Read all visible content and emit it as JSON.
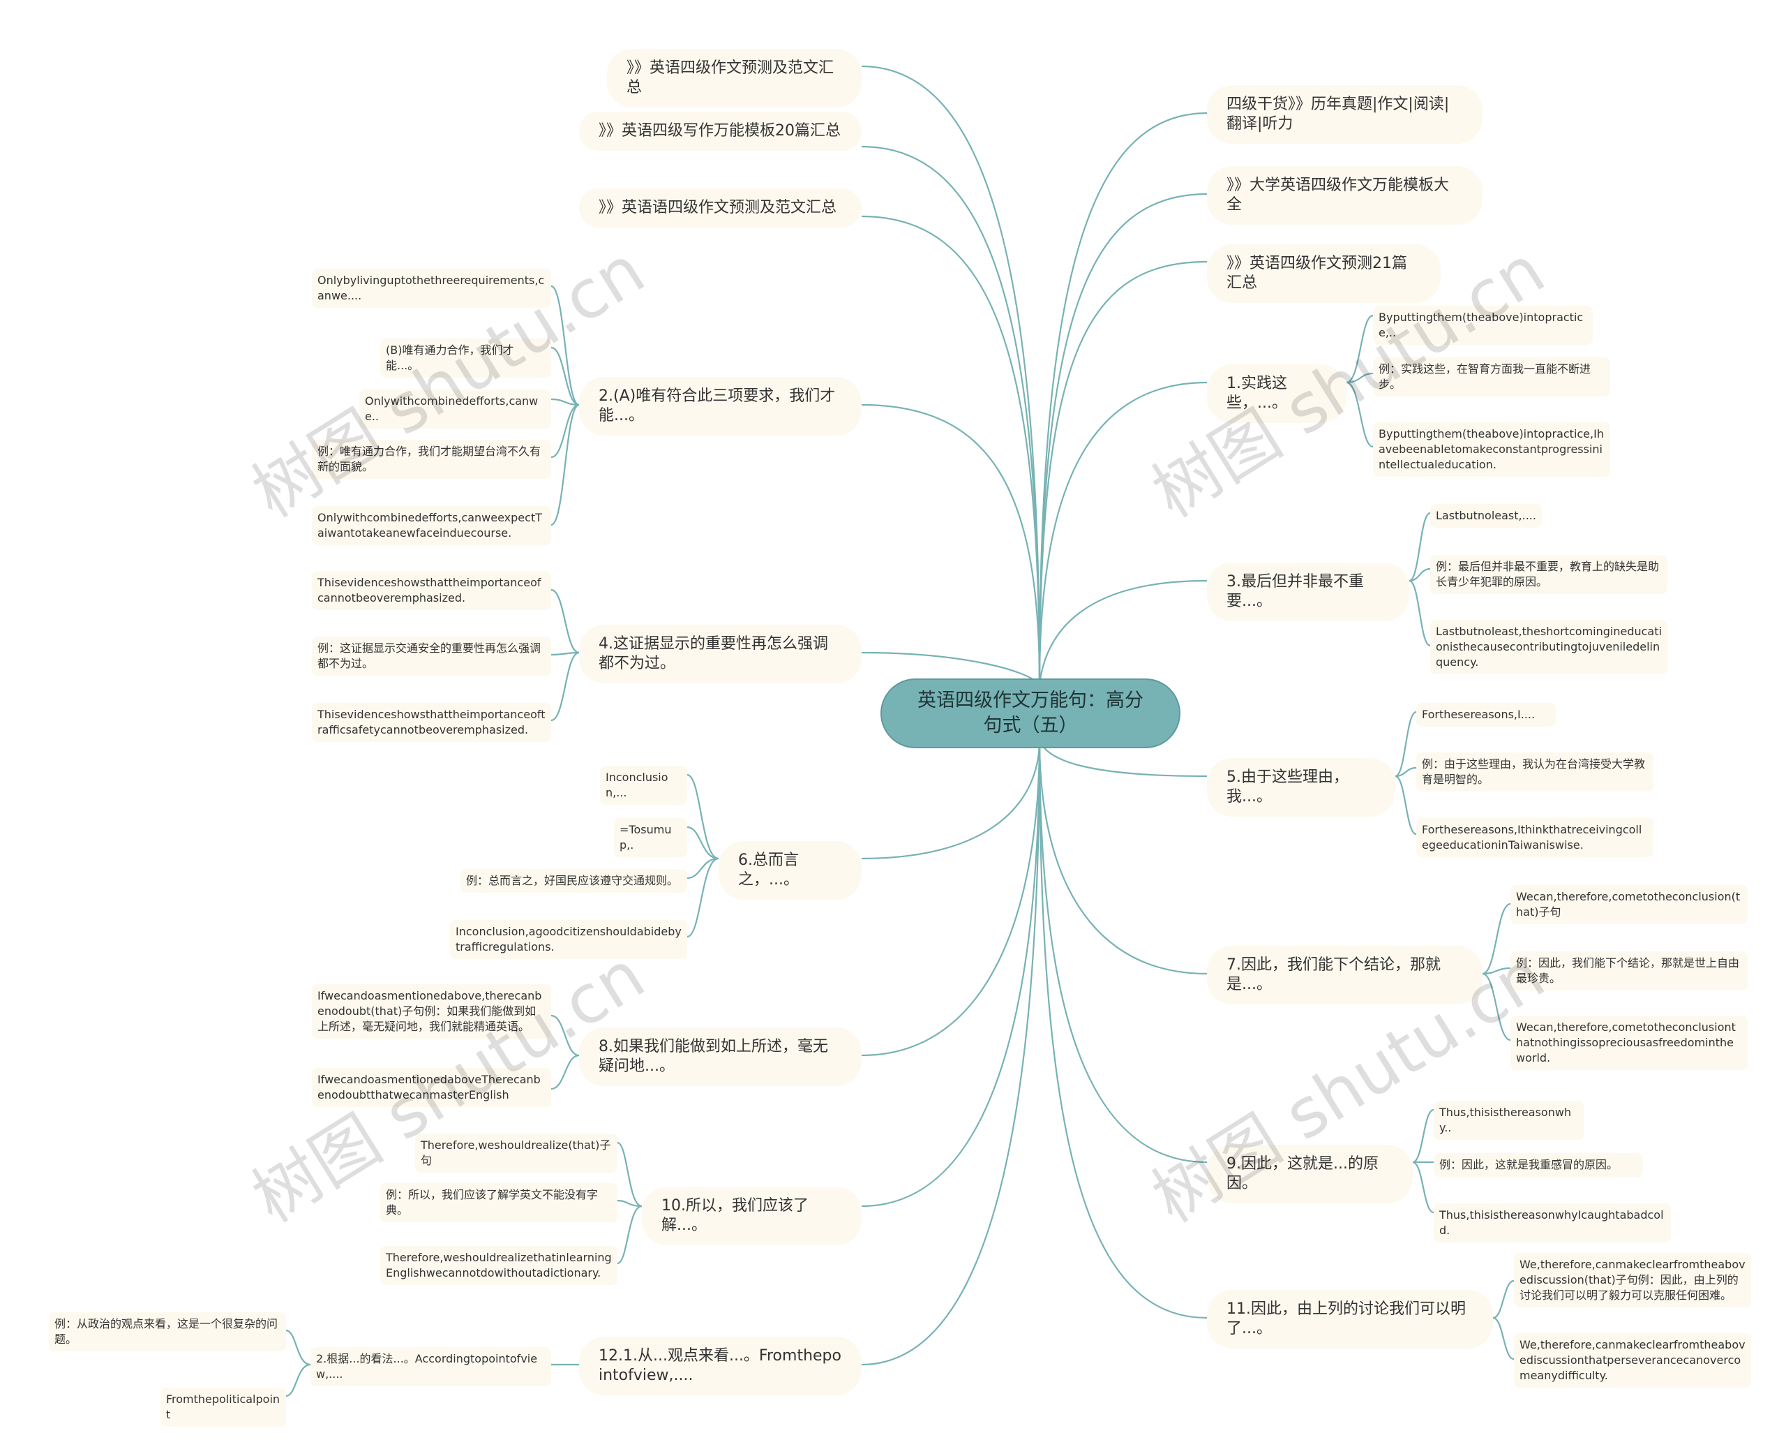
{
  "root": {
    "label": "英语四级作文万能句：高分句式（五）"
  },
  "left_nodes": {
    "n1": {
      "label": "》》英语四级作文预测及范文汇总"
    },
    "n2": {
      "label": "》》英语四级写作万能模板20篇汇总"
    },
    "n3": {
      "label": "》》英语语四级作文预测及范文汇总"
    },
    "n4": {
      "label": "2.(A)唯有符合此三项要求，我们才能...。",
      "children": [
        "Onlybylivinguptothethreerequirements,canwe....",
        "(B)唯有通力合作，我们才能...。",
        "Onlywithcombinedefforts,canwe..",
        "例：唯有通力合作，我们才能期望台湾不久有新的面貌。",
        "Onlywithcombinedefforts,canweexpectTaiwantotakeanewfaceinduecourse."
      ]
    },
    "n5": {
      "label": "4.这证据显示的重要性再怎么强调都不为过。",
      "children": [
        "Thisevidenceshowsthattheimportanceofcannotbeoveremphasized.",
        "例：这证据显示交通安全的重要性再怎么强调都不为过。",
        "Thisevidenceshowsthattheimportanceoftrafficsafetycannotbeoveremphasized."
      ]
    },
    "n6": {
      "label": "6.总而言之，...。",
      "children": [
        "Inconclusion,...",
        "=Tosumup,.",
        "例：总而言之，好国民应该遵守交通规则。",
        "Inconclusion,agoodcitizenshouldabidebytrafficregulations."
      ]
    },
    "n7": {
      "label": "8.如果我们能做到如上所述，毫无疑问地...。",
      "children": [
        "Ifwecandoasmentionedabove,therecanbenodoubt(that)子句例：如果我们能做到如上所述，毫无疑问地，我们就能精通英语。",
        "IfwecandoasmentionedaboveTherecanbenodoubtthatwecanmasterEnglish"
      ]
    },
    "n8": {
      "label": "10.所以，我们应该了解...。",
      "children": [
        "Therefore,weshouldrealize(that)子句",
        "例：所以，我们应该了解学英文不能没有字典。",
        "Therefore,weshouldrealizethatinlearningEnglishwecannotdowithoutadictionary."
      ]
    },
    "n9": {
      "label": "12.1.从...观点来看...。Fromthepointofview,....",
      "child": "2.根据...的看法...。Accordingtopointofview,....",
      "grandchildren": [
        "例：从政治的观点来看，这是一个很复杂的问题。",
        "Fromthepoliticalpoint"
      ]
    }
  },
  "right_nodes": {
    "m1": {
      "label": "四级干货》》历年真题|作文|阅读|翻译|听力"
    },
    "m2": {
      "label": "》》大学英语四级作文万能模板大全"
    },
    "m3": {
      "label": "》》英语四级作文预测21篇汇总"
    },
    "m4": {
      "label": "1.实践这些，...。",
      "children": [
        "Byputtingthem(theabove)intopractice,..",
        "例：实践这些，在智育方面我一直能不断进步。",
        "Byputtingthem(theabove)intopractice,Ihavebeenabletomakeconstantprogressinintellectualeducation."
      ]
    },
    "m5": {
      "label": "3.最后但并非最不重要...。",
      "children": [
        "Lastbutnoleast,....",
        "例：最后但并非最不重要，教育上的缺失是助长青少年犯罪的原因。",
        "Lastbutnoleast,theshortcomingineducationisthecausecontributingtojuveniledelinquency."
      ]
    },
    "m6": {
      "label": "5.由于这些理由，我...。",
      "children": [
        "Forthesereasons,I....",
        "例：由于这些理由，我认为在台湾接受大学教育是明智的。",
        "Forthesereasons,IthinkthatreceivingcollegeeducationinTaiwaniswise."
      ]
    },
    "m7": {
      "label": "7.因此，我们能下个结论，那就是...。",
      "children": [
        "Wecan,therefore,cometotheconclusion(that)子句",
        "例：因此，我们能下个结论，那就是世上自由最珍贵。",
        "Wecan,therefore,cometotheconclusionthatnothingissopreciousasfreedomintheworld."
      ]
    },
    "m8": {
      "label": "9.因此，这就是...的原因。",
      "children": [
        "Thus,thisisthereasonwhy..",
        "例：因此，这就是我重感冒的原因。",
        "Thus,thisisthereasonwhyIcaughtabadcold."
      ]
    },
    "m9": {
      "label": "11.因此，由上列的讨论我们可以明了...。",
      "children": [
        "We,therefore,canmakeclearfromtheabovediscussion(that)子句例：因此，由上列的讨论我们可以明了毅力可以克服任何困难。",
        "We,therefore,canmakeclearfromtheabovediscussionthatperseverancecanovercomeanydifficulty."
      ]
    }
  },
  "watermark": "树图 shutu.cn",
  "colors": {
    "root_fill": "#77b2b4",
    "link": "#77b2b4",
    "node_fill": "#fdf9ee"
  }
}
